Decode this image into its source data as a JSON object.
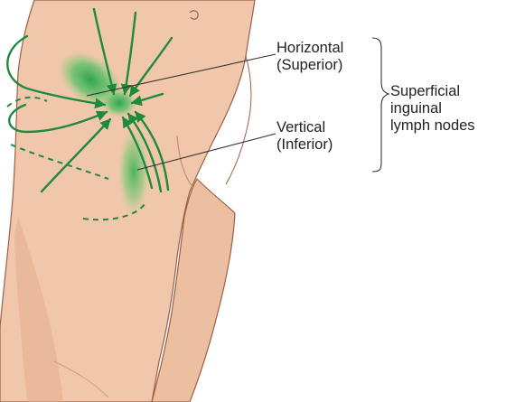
{
  "colors": {
    "background": "#ffffff",
    "skin": "#f1c7ab",
    "skin_shadow": "#dfa27f",
    "outline": "#9a6048",
    "lymph_green": "#22a34a",
    "arrow_green": "#1f8a3c",
    "leader_line": "#333333"
  },
  "labels": {
    "horizontal_line1": "Horizontal",
    "horizontal_line2": "(Superior)",
    "vertical_line1": "Vertical",
    "vertical_line2": "(Inferior)",
    "group_line1": "Superficial",
    "group_line2": "inguinal",
    "group_line3": "lymph nodes"
  },
  "icons": {
    "drainage_arrows": "lymph-drainage-arrow-icon"
  }
}
